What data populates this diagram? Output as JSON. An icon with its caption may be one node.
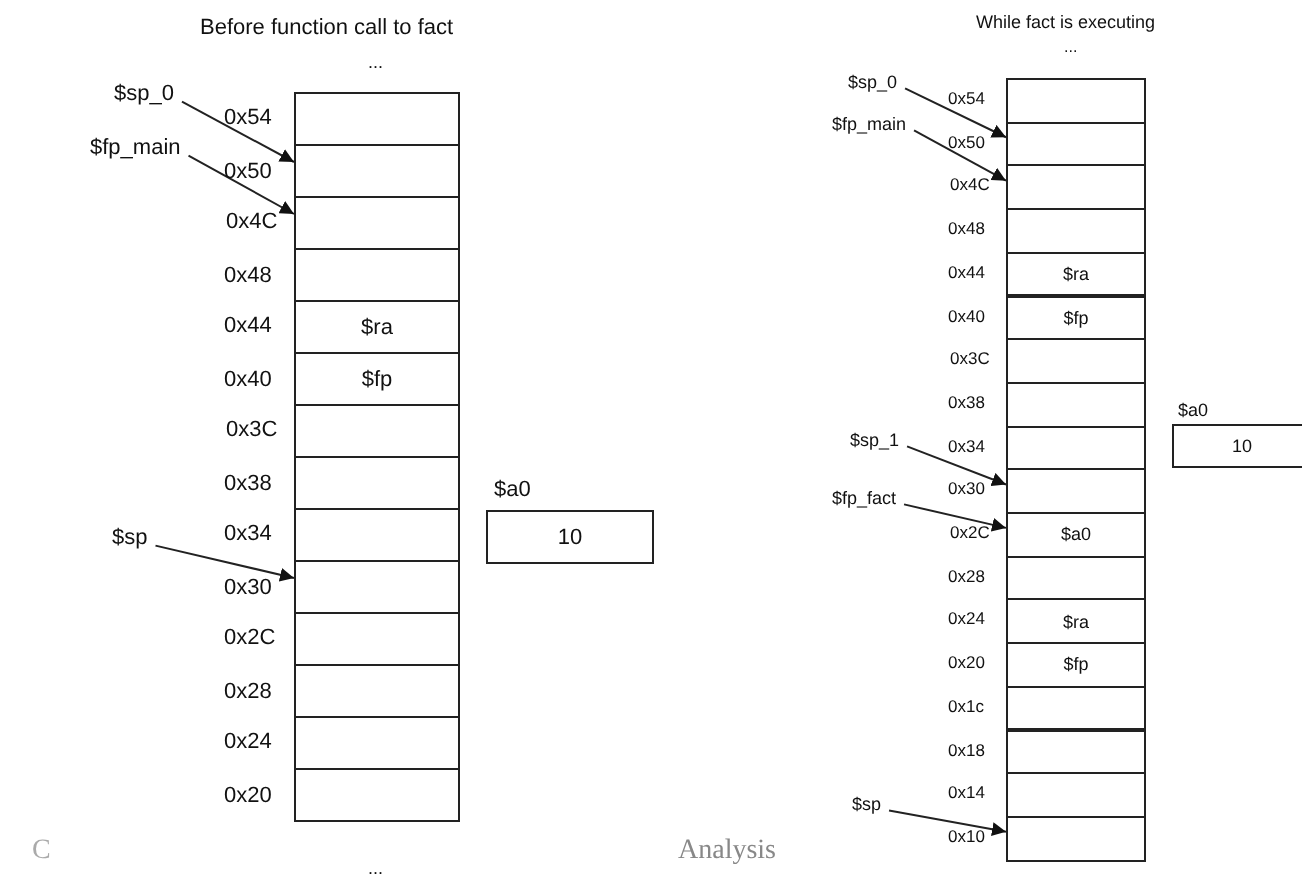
{
  "diagram": {
    "nodes": [
      {
        "text": [
          "$sp_0"
        ]
      },
      {
        "text": [
          "$fp_main"
        ]
      },
      {
        "text": [],
        "shape": "box"
      },
      {
        "text": [],
        "shape": "box"
      },
      {
        "text": [],
        "shape": "box"
      },
      {
        "text": [],
        "shape": "box"
      },
      {
        "text": [
          "$ra"
        ]
      },
      {
        "text": [
          "$fp"
        ]
      },
      {
        "text": [],
        "shape": "box"
      },
      {
        "text": [],
        "shape": "box"
      },
      {
        "text": [],
        "shape": "box"
      },
      {
        "text": [],
        "shape": "box"
      },
      {
        "text": [],
        "shape": "box"
      },
      {
        "text": [],
        "shape": "box"
      },
      {
        "text": [],
        "shape": "box"
      },
      {
        "text": [],
        "shape": "box"
      },
      {
        "text": [
          "$sp"
        ]
      },
      {
        "text": [
          "$a0",
          "10"
        ]
      },
      {
        "text": [
          "$sp_0"
        ]
      },
      {
        "text": [
          "$fp_main"
        ]
      },
      {
        "text": [],
        "shape": "box"
      },
      {
        "text": [],
        "shape": "box"
      },
      {
        "text": [],
        "shape": "box"
      },
      {
        "text": [],
        "shape": "box"
      },
      {
        "text": [
          "$ra"
        ]
      },
      {
        "text": [
          "$fp"
        ]
      },
      {
        "text": [],
        "shape": "box"
      },
      {
        "text": [],
        "shape": "box"
      },
      {
        "text": [],
        "shape": "box"
      },
      {
        "text": [],
        "shape": "box"
      },
      {
        "text": [
          "$a0"
        ]
      },
      {
        "text": [],
        "shape": "box"
      },
      {
        "text": [
          "$ra"
        ]
      },
      {
        "text": [
          "$fp"
        ]
      },
      {
        "text": [],
        "shape": "box"
      },
      {
        "text": [],
        "shape": "box"
      },
      {
        "text": [],
        "shape": "box"
      },
      {
        "text": [],
        "shape": "box"
      },
      {
        "text": [
          "$sp_1"
        ]
      },
      {
        "text": [
          "$fp_fact"
        ]
      },
      {
        "text": [
          "$sp"
        ]
      },
      {
        "text": [
          "$a0",
          "10"
        ]
      }
    ],
    "edges": [
      {
        "from": 0,
        "to": 3,
        "arrow": "to"
      },
      {
        "from": 1,
        "to": 4,
        "arrow": "to"
      },
      {
        "from": 16,
        "to": 11,
        "arrow": "to"
      },
      {
        "from": 18,
        "to": 21,
        "arrow": "to"
      },
      {
        "from": 19,
        "to": 22,
        "arrow": "to"
      },
      {
        "from": 38,
        "to": 29,
        "arrow": "to"
      },
      {
        "from": 39,
        "to": 30,
        "arrow": "to"
      },
      {
        "from": 40,
        "to": 37,
        "arrow": "to"
      }
    ],
    "labels": [
      "Before function call to fact",
      "...",
      "0x54",
      "0x50",
      "0x4C",
      "0x48",
      "0x44",
      "0x40",
      "0x3C",
      "0x38",
      "0x34",
      "0x30",
      "0x2C",
      "0x28",
      "0x24",
      "0x20",
      "...",
      "While fact is executing",
      "...",
      "0x54",
      "0x50",
      "0x4C",
      "0x48",
      "0x44",
      "0x40",
      "0x3C",
      "0x38",
      "0x34",
      "0x30",
      "0x2C",
      "0x28",
      "0x24",
      "0x20",
      "0x1c",
      "0x18",
      "0x14",
      "0x10",
      "C",
      "Analysis"
    ]
  }
}
